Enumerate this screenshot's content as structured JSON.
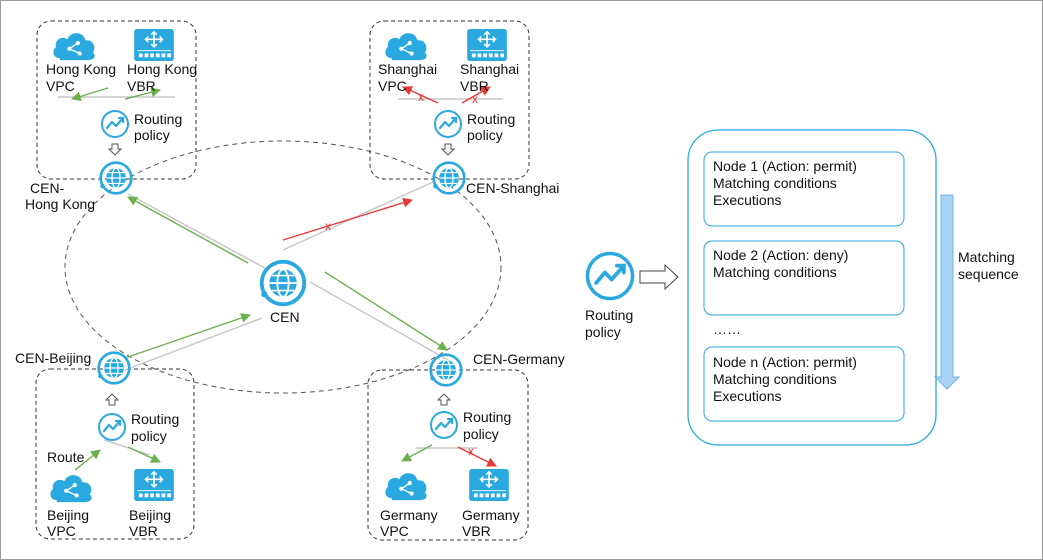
{
  "colors": {
    "accent": "#2aa9e0",
    "permit": "#6ab04c",
    "deny": "#e53935",
    "gray_line": "#c8c8c8",
    "panel_border": "#2aa9e0",
    "node_border": "#2aa9e0",
    "arrow_fill": "#a9d3f2",
    "arrow_stroke": "#6fb2e6"
  },
  "regions": {
    "hongkong": {
      "cen_label_line1": "CEN-",
      "cen_label_line2": "Hong Kong",
      "vpc_line1": "Hong Kong",
      "vpc_line2": "VPC",
      "vbr_line1": "Hong Kong",
      "vbr_line2": "VBR",
      "policy_line1": "Routing",
      "policy_line2": "policy"
    },
    "shanghai": {
      "cen_label": "CEN-Shanghai",
      "vpc_line1": "Shanghai",
      "vpc_line2": "VPC",
      "vbr_line1": "Shanghai",
      "vbr_line2": "VBR",
      "policy_line1": "Routing",
      "policy_line2": "policy"
    },
    "beijing": {
      "cen_label": "CEN-Beijing",
      "vpc_line1": "Beijing",
      "vpc_line2": "VPC",
      "vbr_line1": "Beijing",
      "vbr_line2": "VBR",
      "policy_line1": "Routing",
      "policy_line2": "policy",
      "route_label": "Route"
    },
    "germany": {
      "cen_label": "CEN-Germany",
      "vpc_line1": "Germany",
      "vpc_line2": "VPC",
      "vbr_line1": "Germany",
      "vbr_line2": "VBR",
      "policy_line1": "Routing",
      "policy_line2": "policy"
    }
  },
  "center": {
    "label": "CEN"
  },
  "deny_mark": "x",
  "legend": {
    "policy_line1": "Routing",
    "policy_line2": "policy",
    "nodes": [
      {
        "title": "Node 1 (Action: permit)",
        "line2": "Matching conditions",
        "line3": "Executions"
      },
      {
        "title": "Node 2 (Action: deny)",
        "line2": "Matching conditions",
        "line3": ""
      },
      {
        "title": "Node n (Action: permit)",
        "line2": "Matching conditions",
        "line3": "Executions"
      }
    ],
    "ellipsis": "……",
    "sequence_line1": "Matching",
    "sequence_line2": "sequence"
  }
}
